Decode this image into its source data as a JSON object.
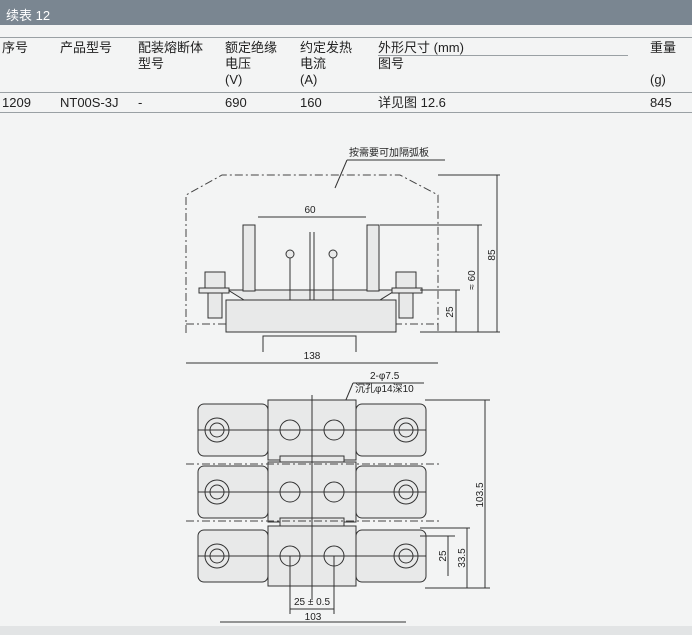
{
  "header": {
    "title": "续表 12"
  },
  "table": {
    "columns": [
      {
        "lines": [
          "序号"
        ]
      },
      {
        "lines": [
          "产品型号"
        ]
      },
      {
        "lines": [
          "配装熔断体",
          "型号"
        ]
      },
      {
        "lines": [
          "额定绝缘",
          "电压",
          "(V)"
        ]
      },
      {
        "lines": [
          "约定发热",
          "电流",
          "(A)"
        ]
      },
      {
        "lines": [
          "外形尺寸 (mm)",
          "图号"
        ]
      },
      {
        "lines": [
          "重量",
          "",
          "(g)"
        ]
      }
    ],
    "rows": [
      [
        "1209",
        "NT00S-3J",
        "-",
        "690",
        "160",
        "详见图 12.6",
        "845"
      ]
    ]
  },
  "drawing": {
    "note_arc_plate": "按需要可加隔弧板",
    "dim_60_top": "60",
    "dim_85": "85",
    "dim_approx_60": "≈ 60",
    "dim_25_side": "25",
    "dim_138": "138",
    "hole_count": "2-φ7.5",
    "hole_spec": "沉孔φ14深10",
    "dim_103_5": "103.5",
    "dim_25_bottom": "25",
    "dim_33_5": "33.5",
    "dim_25_tol": "25 ± 0.5",
    "dim_103": "103"
  }
}
